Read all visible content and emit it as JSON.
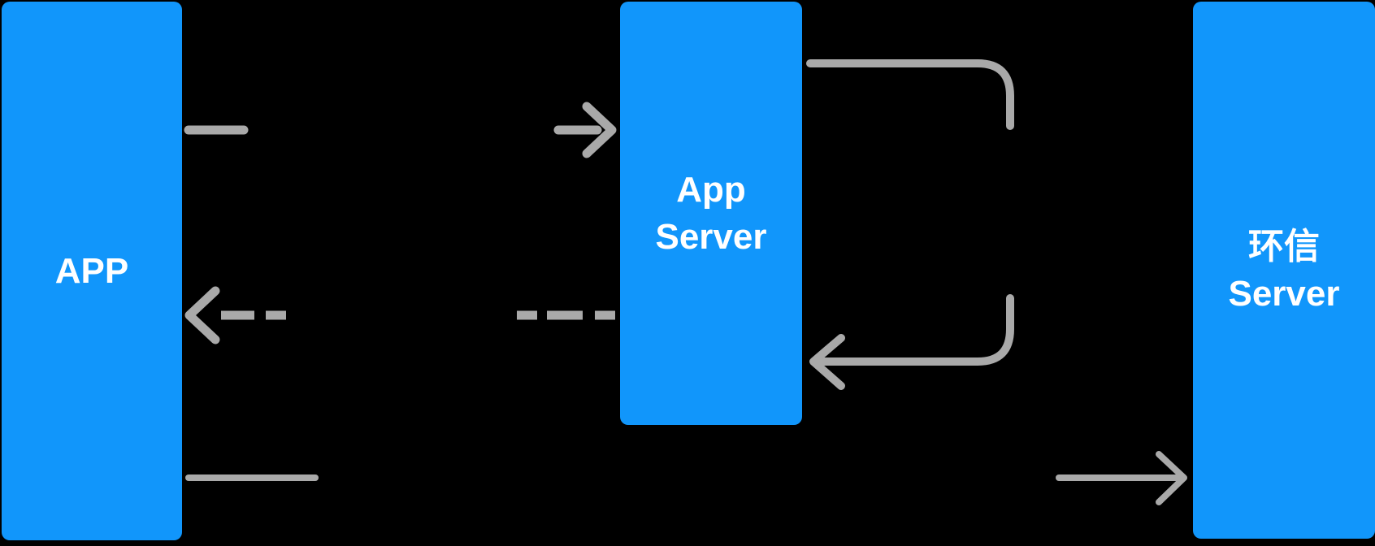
{
  "colors": {
    "background": "#000000",
    "node_fill": "#1196fb",
    "line": "#a9a9a9",
    "text": "#ffffff"
  },
  "nodes": {
    "app": {
      "label": "APP"
    },
    "app_server": {
      "line1": "App",
      "line2": "Server"
    },
    "easemob_server": {
      "line1": "环信",
      "line2": "Server"
    }
  },
  "connectors": [
    {
      "name": "app-to-app-server",
      "style": "solid",
      "direction": "right"
    },
    {
      "name": "app-server-to-app",
      "style": "dashed",
      "direction": "left"
    },
    {
      "name": "app-server-self-loop",
      "style": "solid",
      "direction": "left"
    },
    {
      "name": "app-to-easemob-server",
      "style": "solid",
      "direction": "right"
    }
  ]
}
